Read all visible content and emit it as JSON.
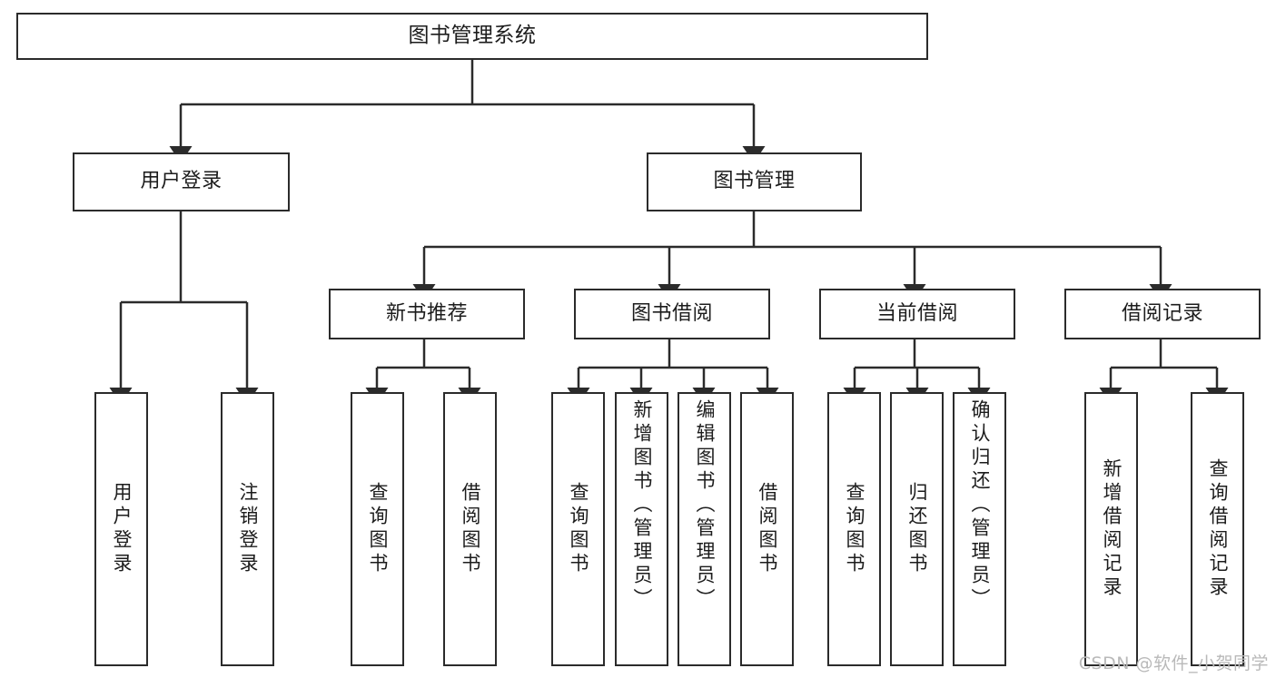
{
  "diagram": {
    "type": "tree",
    "title": "图书管理系统",
    "watermark": "CSDN @软件_小贺同学",
    "colors": {
      "background": "#ffffff",
      "box_border": "#2b2b2b",
      "connector": "#2b2b2b",
      "text": "#1c1c1c",
      "watermark": "#b9b9b9"
    },
    "nodes": {
      "root": {
        "label": "图书管理系统"
      },
      "level2": [
        {
          "label": "用户登录"
        },
        {
          "label": "图书管理"
        }
      ],
      "level3": [
        {
          "label": "新书推荐"
        },
        {
          "label": "图书借阅"
        },
        {
          "label": "当前借阅"
        },
        {
          "label": "借阅记录"
        }
      ],
      "leaves": {
        "user_login": [
          {
            "label": "用户登录"
          },
          {
            "label": "注销登录"
          }
        ],
        "new_book": [
          {
            "label": "查询图书"
          },
          {
            "label": "借阅图书"
          }
        ],
        "borrow": [
          {
            "label": "查询图书"
          },
          {
            "label": "新增图书（管理员）"
          },
          {
            "label": "编辑图书（管理员）"
          },
          {
            "label": "借阅图书"
          }
        ],
        "current": [
          {
            "label": "查询图书"
          },
          {
            "label": "归还图书"
          },
          {
            "label": "确认归还（管理员）"
          }
        ],
        "records": [
          {
            "label": "新增借阅记录"
          },
          {
            "label": "查询借阅记录"
          }
        ]
      }
    },
    "edges": [
      {
        "from": "图书管理系统",
        "to": "用户登录"
      },
      {
        "from": "图书管理系统",
        "to": "图书管理"
      },
      {
        "from": "用户登录",
        "to": "用户登录"
      },
      {
        "from": "用户登录",
        "to": "注销登录"
      },
      {
        "from": "图书管理",
        "to": "新书推荐"
      },
      {
        "from": "图书管理",
        "to": "图书借阅"
      },
      {
        "from": "图书管理",
        "to": "当前借阅"
      },
      {
        "from": "图书管理",
        "to": "借阅记录"
      },
      {
        "from": "新书推荐",
        "to": "查询图书"
      },
      {
        "from": "新书推荐",
        "to": "借阅图书"
      },
      {
        "from": "图书借阅",
        "to": "查询图书"
      },
      {
        "from": "图书借阅",
        "to": "新增图书（管理员）"
      },
      {
        "from": "图书借阅",
        "to": "编辑图书（管理员）"
      },
      {
        "from": "图书借阅",
        "to": "借阅图书"
      },
      {
        "from": "当前借阅",
        "to": "查询图书"
      },
      {
        "from": "当前借阅",
        "to": "归还图书"
      },
      {
        "from": "当前借阅",
        "to": "确认归还（管理员）"
      },
      {
        "from": "借阅记录",
        "to": "新增借阅记录"
      },
      {
        "from": "借阅记录",
        "to": "查询借阅记录"
      }
    ]
  }
}
